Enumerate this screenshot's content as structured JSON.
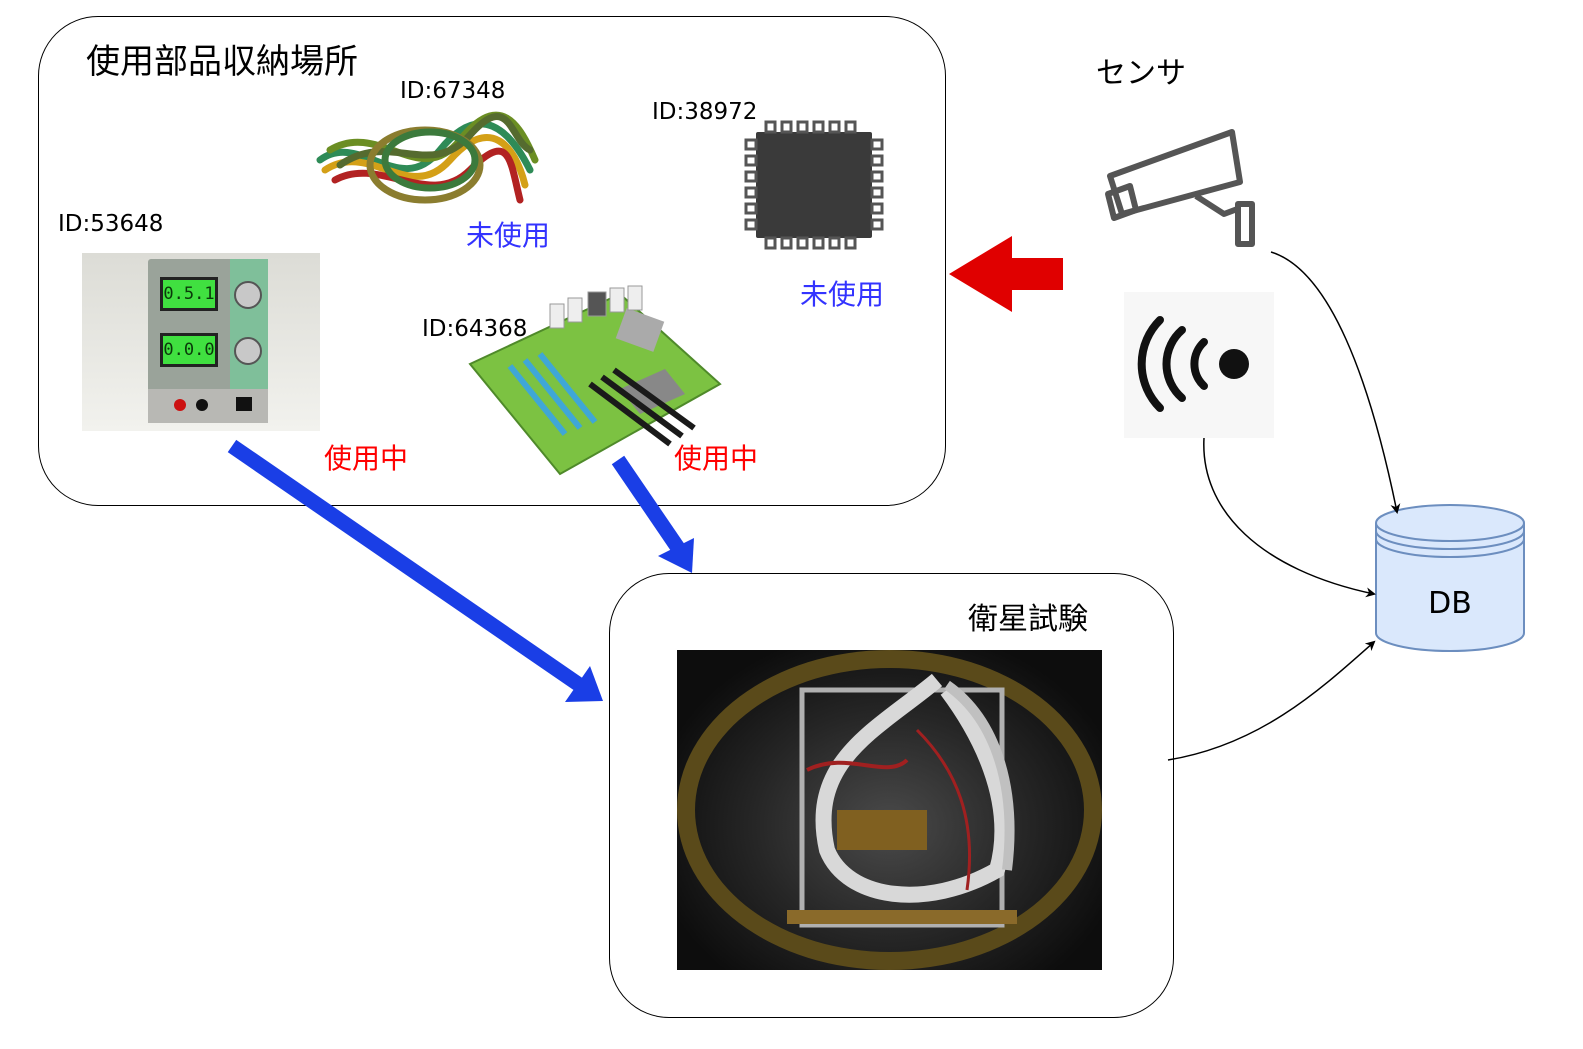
{
  "storage": {
    "title": "使用部品収納場所",
    "parts": [
      {
        "id": "ID:67348",
        "status": "未使用"
      },
      {
        "id": "ID:38972",
        "status": "未使用"
      },
      {
        "id": "ID:53648",
        "status": "使用中"
      },
      {
        "id": "ID:64368",
        "status": "使用中"
      }
    ],
    "psu_display_top": "0.5.1",
    "psu_display_bottom": "0.0.0"
  },
  "test": {
    "title": "衛星試験"
  },
  "sensor": {
    "label": "センサ"
  },
  "db": {
    "label": "DB"
  },
  "colors": {
    "unused": "#3333ff",
    "in_use": "#ff0000",
    "blue_arrow": "#1a3ee6",
    "red_arrow": "#e00000",
    "db_fill": "#dae8fc",
    "db_stroke": "#6c8ebf"
  },
  "icons": [
    "cable-bundle-image",
    "chip-icon",
    "power-supply-image",
    "motherboard-image",
    "camera-icon",
    "wireless-signal-icon",
    "database-icon"
  ]
}
